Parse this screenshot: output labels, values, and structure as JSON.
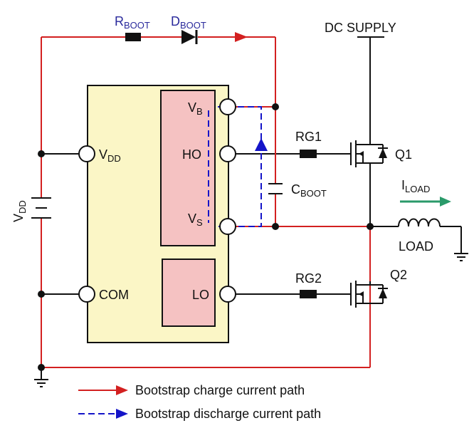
{
  "colors": {
    "charge_path": "#d32020",
    "discharge_path": "#1414c8",
    "wire": "#111111",
    "ic_fill": "#fbf6c6",
    "block_fill": "#f5c2c2",
    "load_arrow": "#2a9a6a"
  },
  "labels": {
    "rboot": {
      "main": "R",
      "sub": "BOOT"
    },
    "dboot": {
      "main": "D",
      "sub": "BOOT"
    },
    "dc_supply": "DC SUPPLY",
    "vb": {
      "main": "V",
      "sub": "B"
    },
    "ho": "HO",
    "vs": {
      "main": "V",
      "sub": "S"
    },
    "lo": "LO",
    "vdd_pin": {
      "main": "V",
      "sub": "DD"
    },
    "com": "COM",
    "vdd_source": {
      "main": "V",
      "sub": "DD"
    },
    "rg1": "RG1",
    "rg2": "RG2",
    "q1": "Q1",
    "q2": "Q2",
    "cboot": {
      "main": "C",
      "sub": "BOOT"
    },
    "iload": {
      "main": "I",
      "sub": "LOAD"
    },
    "load": "LOAD"
  },
  "legend": [
    {
      "label": "Bootstrap charge current path",
      "style": "solid",
      "color": "#d32020"
    },
    {
      "label": "Bootstrap discharge current path",
      "style": "dashed",
      "color": "#1414c8"
    }
  ]
}
